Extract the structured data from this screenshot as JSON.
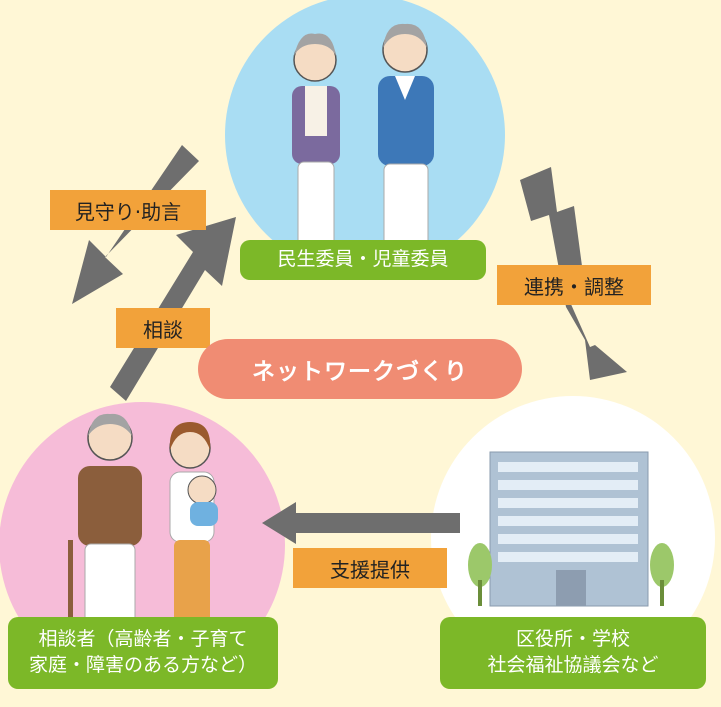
{
  "nodes": {
    "top": {
      "label": "民生委員・児童委員"
    },
    "left": {
      "label_line1": "相談者（高齢者・子育て",
      "label_line2": "家庭・障害のある方など）"
    },
    "right": {
      "label_line1": "区役所・学校",
      "label_line2": "社会福祉協議会など"
    }
  },
  "arrows": {
    "watch_advice": "見守り·助言",
    "consult": "相談",
    "coordination": "連携・調整",
    "support": "支援提供"
  },
  "center": {
    "label": "ネットワークづくり"
  },
  "colors": {
    "background": "#FFF7D6",
    "top_circle": "#A9DDF3",
    "left_circle": "#F6BCD8",
    "right_circle": "#FFFFFF",
    "label_green": "#7CB828",
    "label_orange": "#F2A23A",
    "center_pill": "#F08C73",
    "arrow_gray": "#6E6E6E"
  }
}
